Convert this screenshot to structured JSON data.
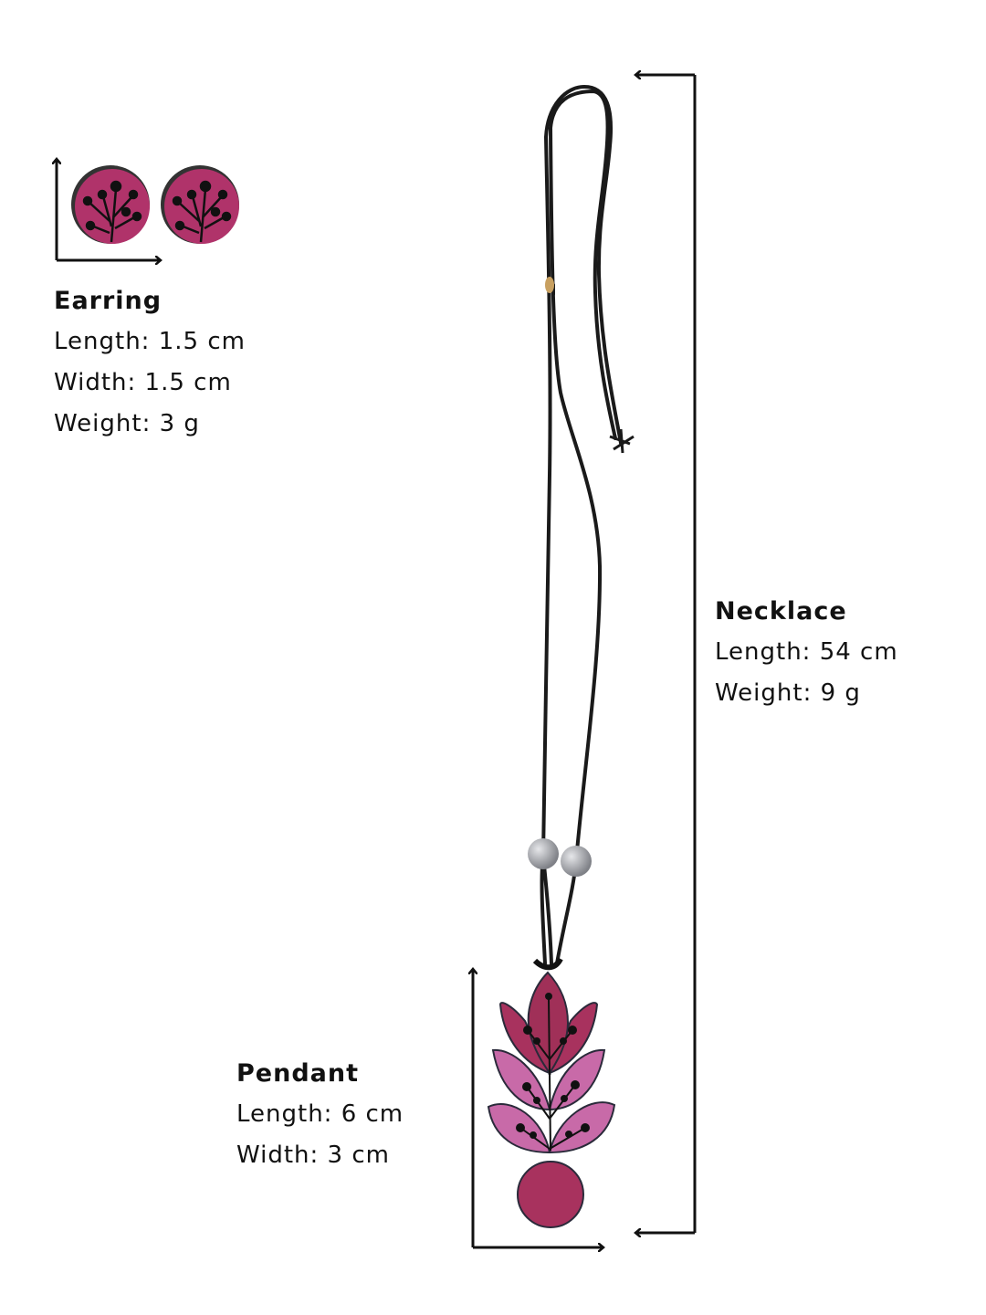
{
  "earring": {
    "title": "Earring",
    "length": "Length: 1.5 cm",
    "width": "Width: 1.5 cm",
    "weight": "Weight: 3 g"
  },
  "necklace": {
    "title": "Necklace",
    "length": "Length: 54 cm",
    "weight": "Weight: 9 g"
  },
  "pendant": {
    "title": "Pendant",
    "length": "Length: 6 cm",
    "width": "Width: 3 cm"
  },
  "colors": {
    "dark_pink": "#a8325e",
    "light_pink": "#c86aa8",
    "cord": "#1a1a1a",
    "bead": "#a9abb0"
  }
}
